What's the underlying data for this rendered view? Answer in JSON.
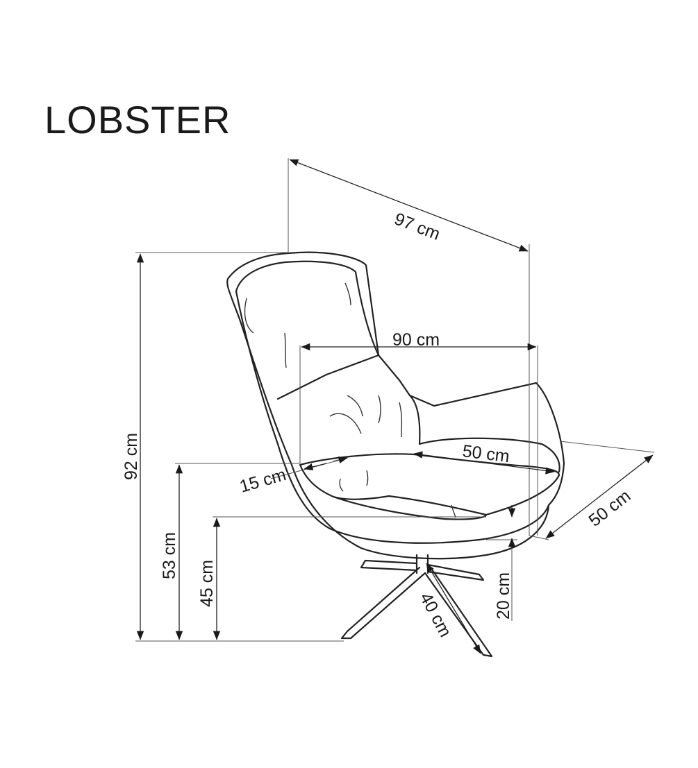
{
  "title": "LOBSTER",
  "dimensions": {
    "depth": "97 cm",
    "width": "90 cm",
    "height": "92 cm",
    "armrest_height": "53 cm",
    "seat_height": "45 cm",
    "seat_thickness": "15 cm",
    "seat_width": "50 cm",
    "seat_depth": "50 cm",
    "base_height": "20 cm",
    "base_leg": "40 cm"
  },
  "colors": {
    "line": "#222222",
    "text": "#1a1a1a",
    "background": "#ffffff"
  }
}
